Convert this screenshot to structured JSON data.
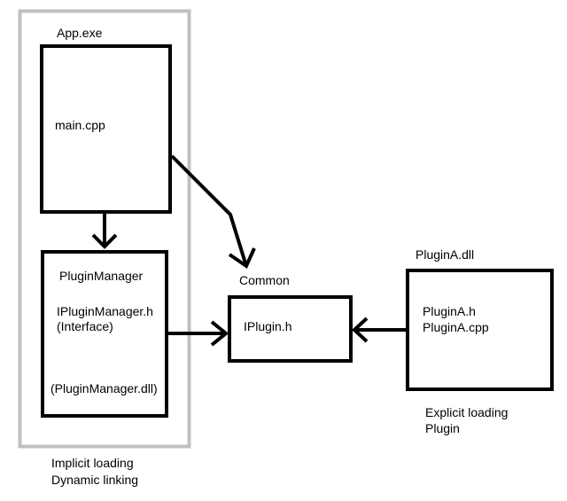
{
  "colors": {
    "line": "#000000",
    "group_border": "#c0c0c0",
    "background": "#ffffff"
  },
  "app_group": {
    "title": "App.exe",
    "note_line1": "Implicit loading",
    "note_line2": "Dynamic linking"
  },
  "main_box": {
    "label": "main.cpp"
  },
  "plugin_manager_box": {
    "title": "PluginManager",
    "line1": "IPluginManager.h",
    "line2": "(Interface)",
    "line3": "(PluginManager.dll)"
  },
  "common_box": {
    "title": "Common",
    "label": "IPlugin.h"
  },
  "plugin_a_box": {
    "title": "PluginA.dll",
    "line1": "PluginA.h",
    "line2": "PluginA.cpp",
    "note_line1": "Explicit loading",
    "note_line2": "Plugin"
  }
}
